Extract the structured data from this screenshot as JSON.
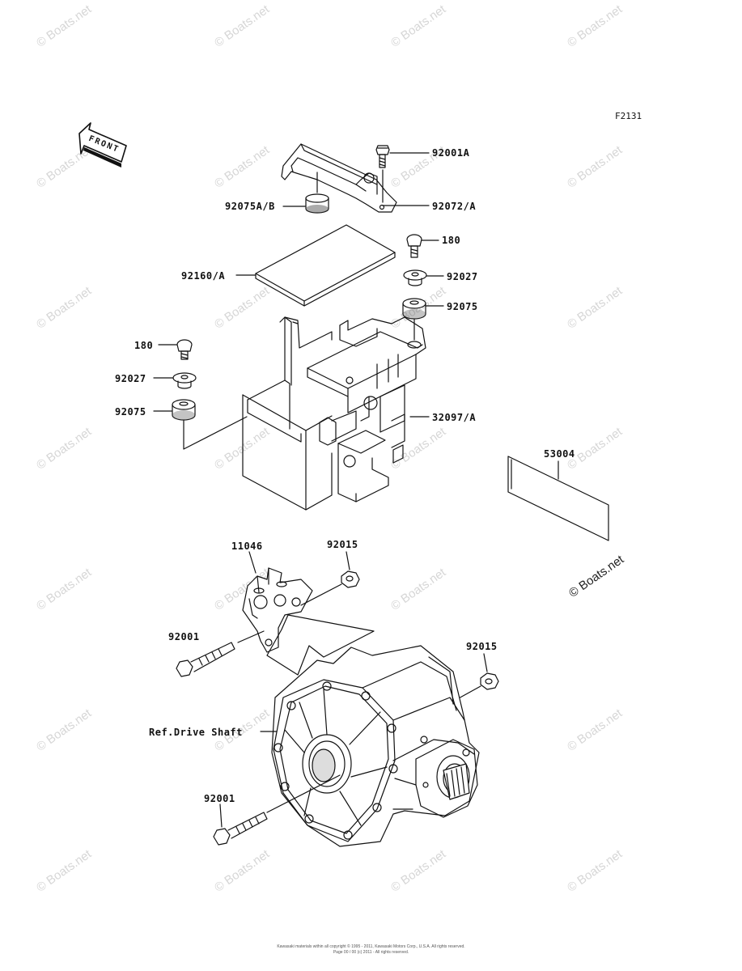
{
  "figure_id": "F2131",
  "front_arrow_label": "FRONT",
  "watermark": "© Boats.net",
  "watermark_dark": "© Boats.net",
  "labels": {
    "p92001A": "92001A",
    "p92075AB": "92075A/B",
    "p92072A": "92072/A",
    "p180_top": "180",
    "p92160A": "92160/A",
    "p92027_right": "92027",
    "p92075_right": "92075",
    "p180_left": "180",
    "p92027_left": "92027",
    "p92075_left": "92075",
    "p32097A": "32097/A",
    "p53004": "53004",
    "p11046": "11046",
    "p92015_top": "92015",
    "p92001_top": "92001",
    "p92015_right": "92015",
    "ref_drive_shaft": "Ref.Drive Shaft",
    "p92001_bottom": "92001"
  },
  "copyright_line1": "Kawasaki materials within all copyright © 1995 - 2011, Kawasaki Motors Corp., U.S.A. All rights reserved.",
  "copyright_line2": "Page 00 / 00 (c) 2011 - All rights reserved."
}
